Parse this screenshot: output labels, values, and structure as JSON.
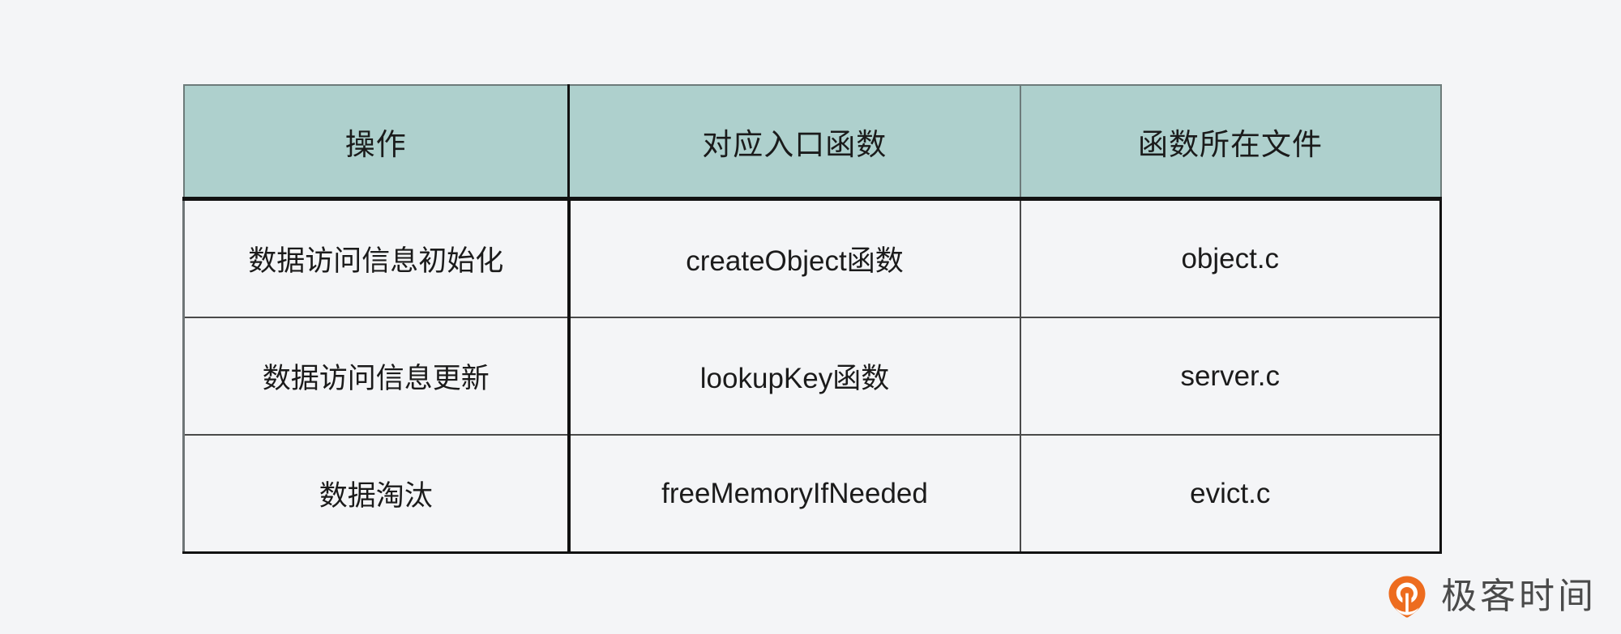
{
  "page": {
    "background_color": "#f4f5f7"
  },
  "table": {
    "header_background": "#aed0cd",
    "text_color": "#1b1b1b",
    "columns": [
      {
        "key": "operation",
        "label": "操作"
      },
      {
        "key": "entry_function",
        "label": "对应入口函数"
      },
      {
        "key": "source_file",
        "label": "函数所在文件"
      }
    ],
    "rows": [
      {
        "operation": "数据访问信息初始化",
        "entry_function": "createObject函数",
        "source_file": "object.c"
      },
      {
        "operation": "数据访问信息更新",
        "entry_function": "lookupKey函数",
        "source_file": "server.c"
      },
      {
        "operation": "数据淘汰",
        "entry_function": "freeMemoryIfNeeded",
        "source_file": "evict.c"
      }
    ]
  },
  "watermark": {
    "text": "极客时间",
    "logo_icon": "geektime-logo-icon",
    "logo_color": "#ed6c1f",
    "text_color": "#4a4a4a"
  }
}
